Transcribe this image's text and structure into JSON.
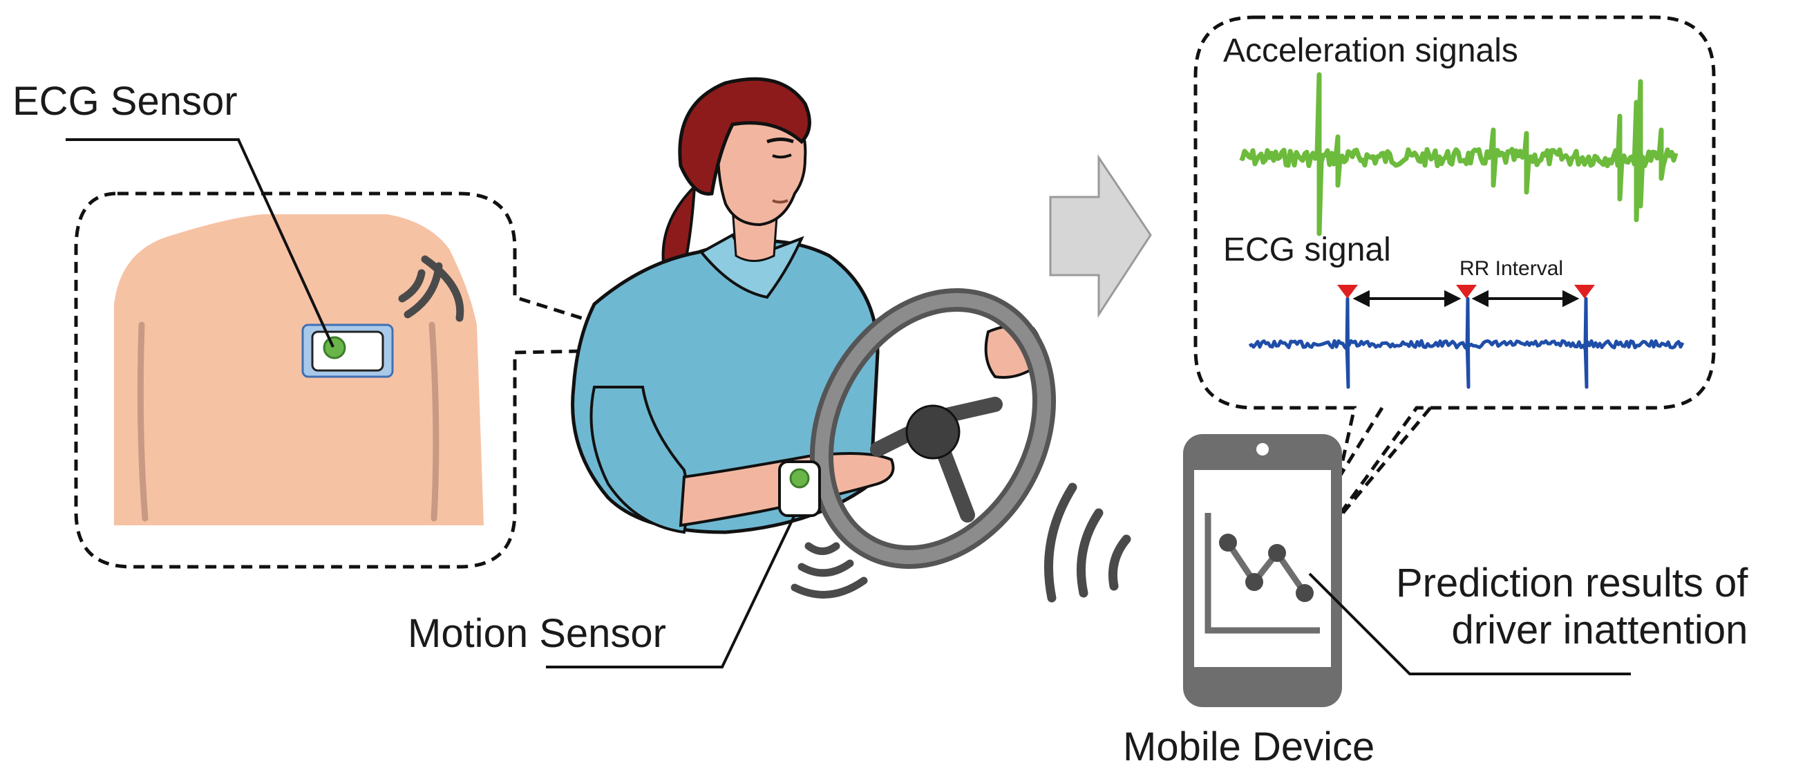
{
  "labels": {
    "ecg_sensor": "ECG Sensor",
    "motion_sensor": "Motion Sensor",
    "acceleration_signals": "Acceleration signals",
    "ecg_signal": "ECG signal",
    "rr_interval": "RR Interval",
    "prediction_line1": "Prediction results of",
    "prediction_line2": "driver inattention",
    "mobile_device": "Mobile Device"
  },
  "icons": [
    "ecg-patch-icon",
    "wrist-sensor-icon",
    "wireless-wave-icon",
    "right-arrow-icon",
    "smartphone-icon",
    "line-chart-icon"
  ],
  "colors": {
    "skin": "#f6c2a4",
    "shirt": "#6fb8d2",
    "hair": "#8e1b1b",
    "acceleration_signal": "#6cbb3c",
    "ecg_signal": "#1f4ea8",
    "r_peak_marker": "#e02020",
    "device_gray": "#6e6e6e",
    "arrow_gray": "#d6d6d6"
  }
}
